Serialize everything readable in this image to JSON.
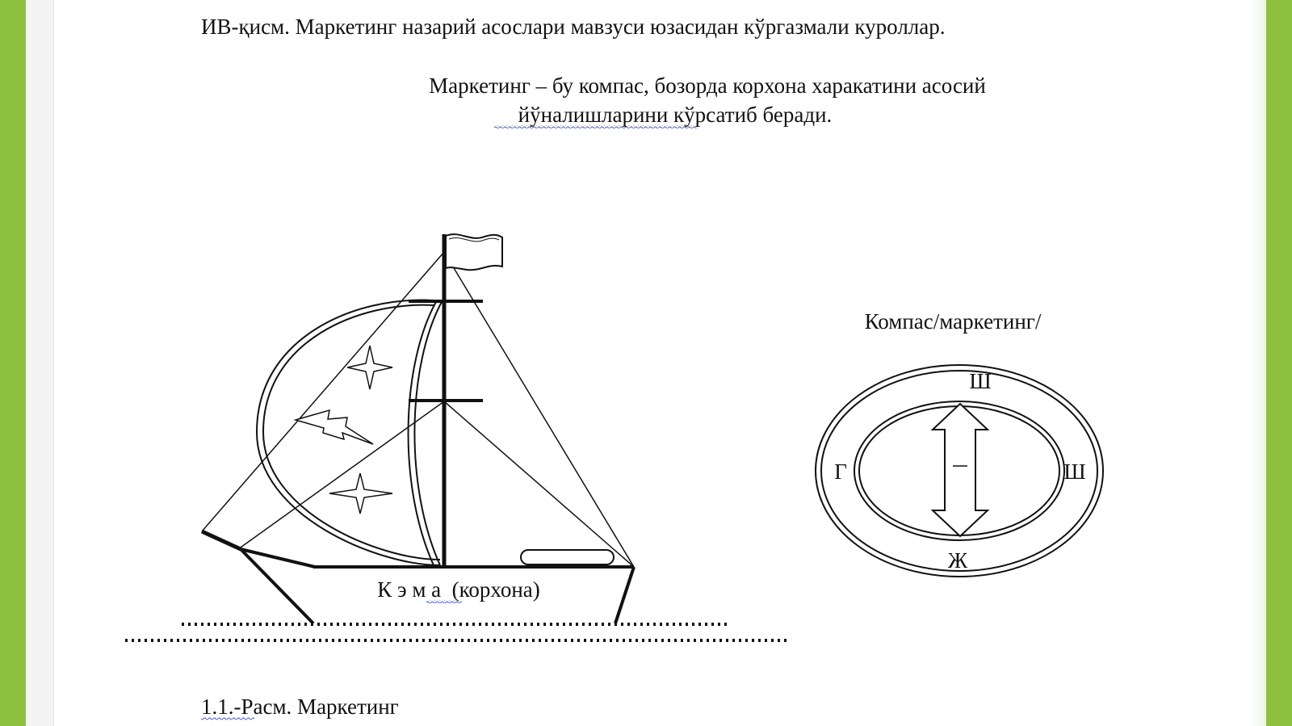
{
  "header": "ИВ-қисм. Маркетинг назарий асослари мавзуси юзасидан кўргазмали куроллар.",
  "subtitle_line1": "Маркетинг – бу компас, бозорда корхона харакатини асосий",
  "subtitle_line2": "йўналишларини кўрсатиб беради.",
  "ship_label": "К э м а  (корхона)",
  "compass_title": "Компас/маркетинг/",
  "compass": {
    "north": "Ш",
    "east": "Ш",
    "south": "Ж",
    "west": "Г"
  },
  "caption": "1.1.-Расм. Маркетинг",
  "colors": {
    "accent": "#8dc03f",
    "ink": "#111111"
  }
}
